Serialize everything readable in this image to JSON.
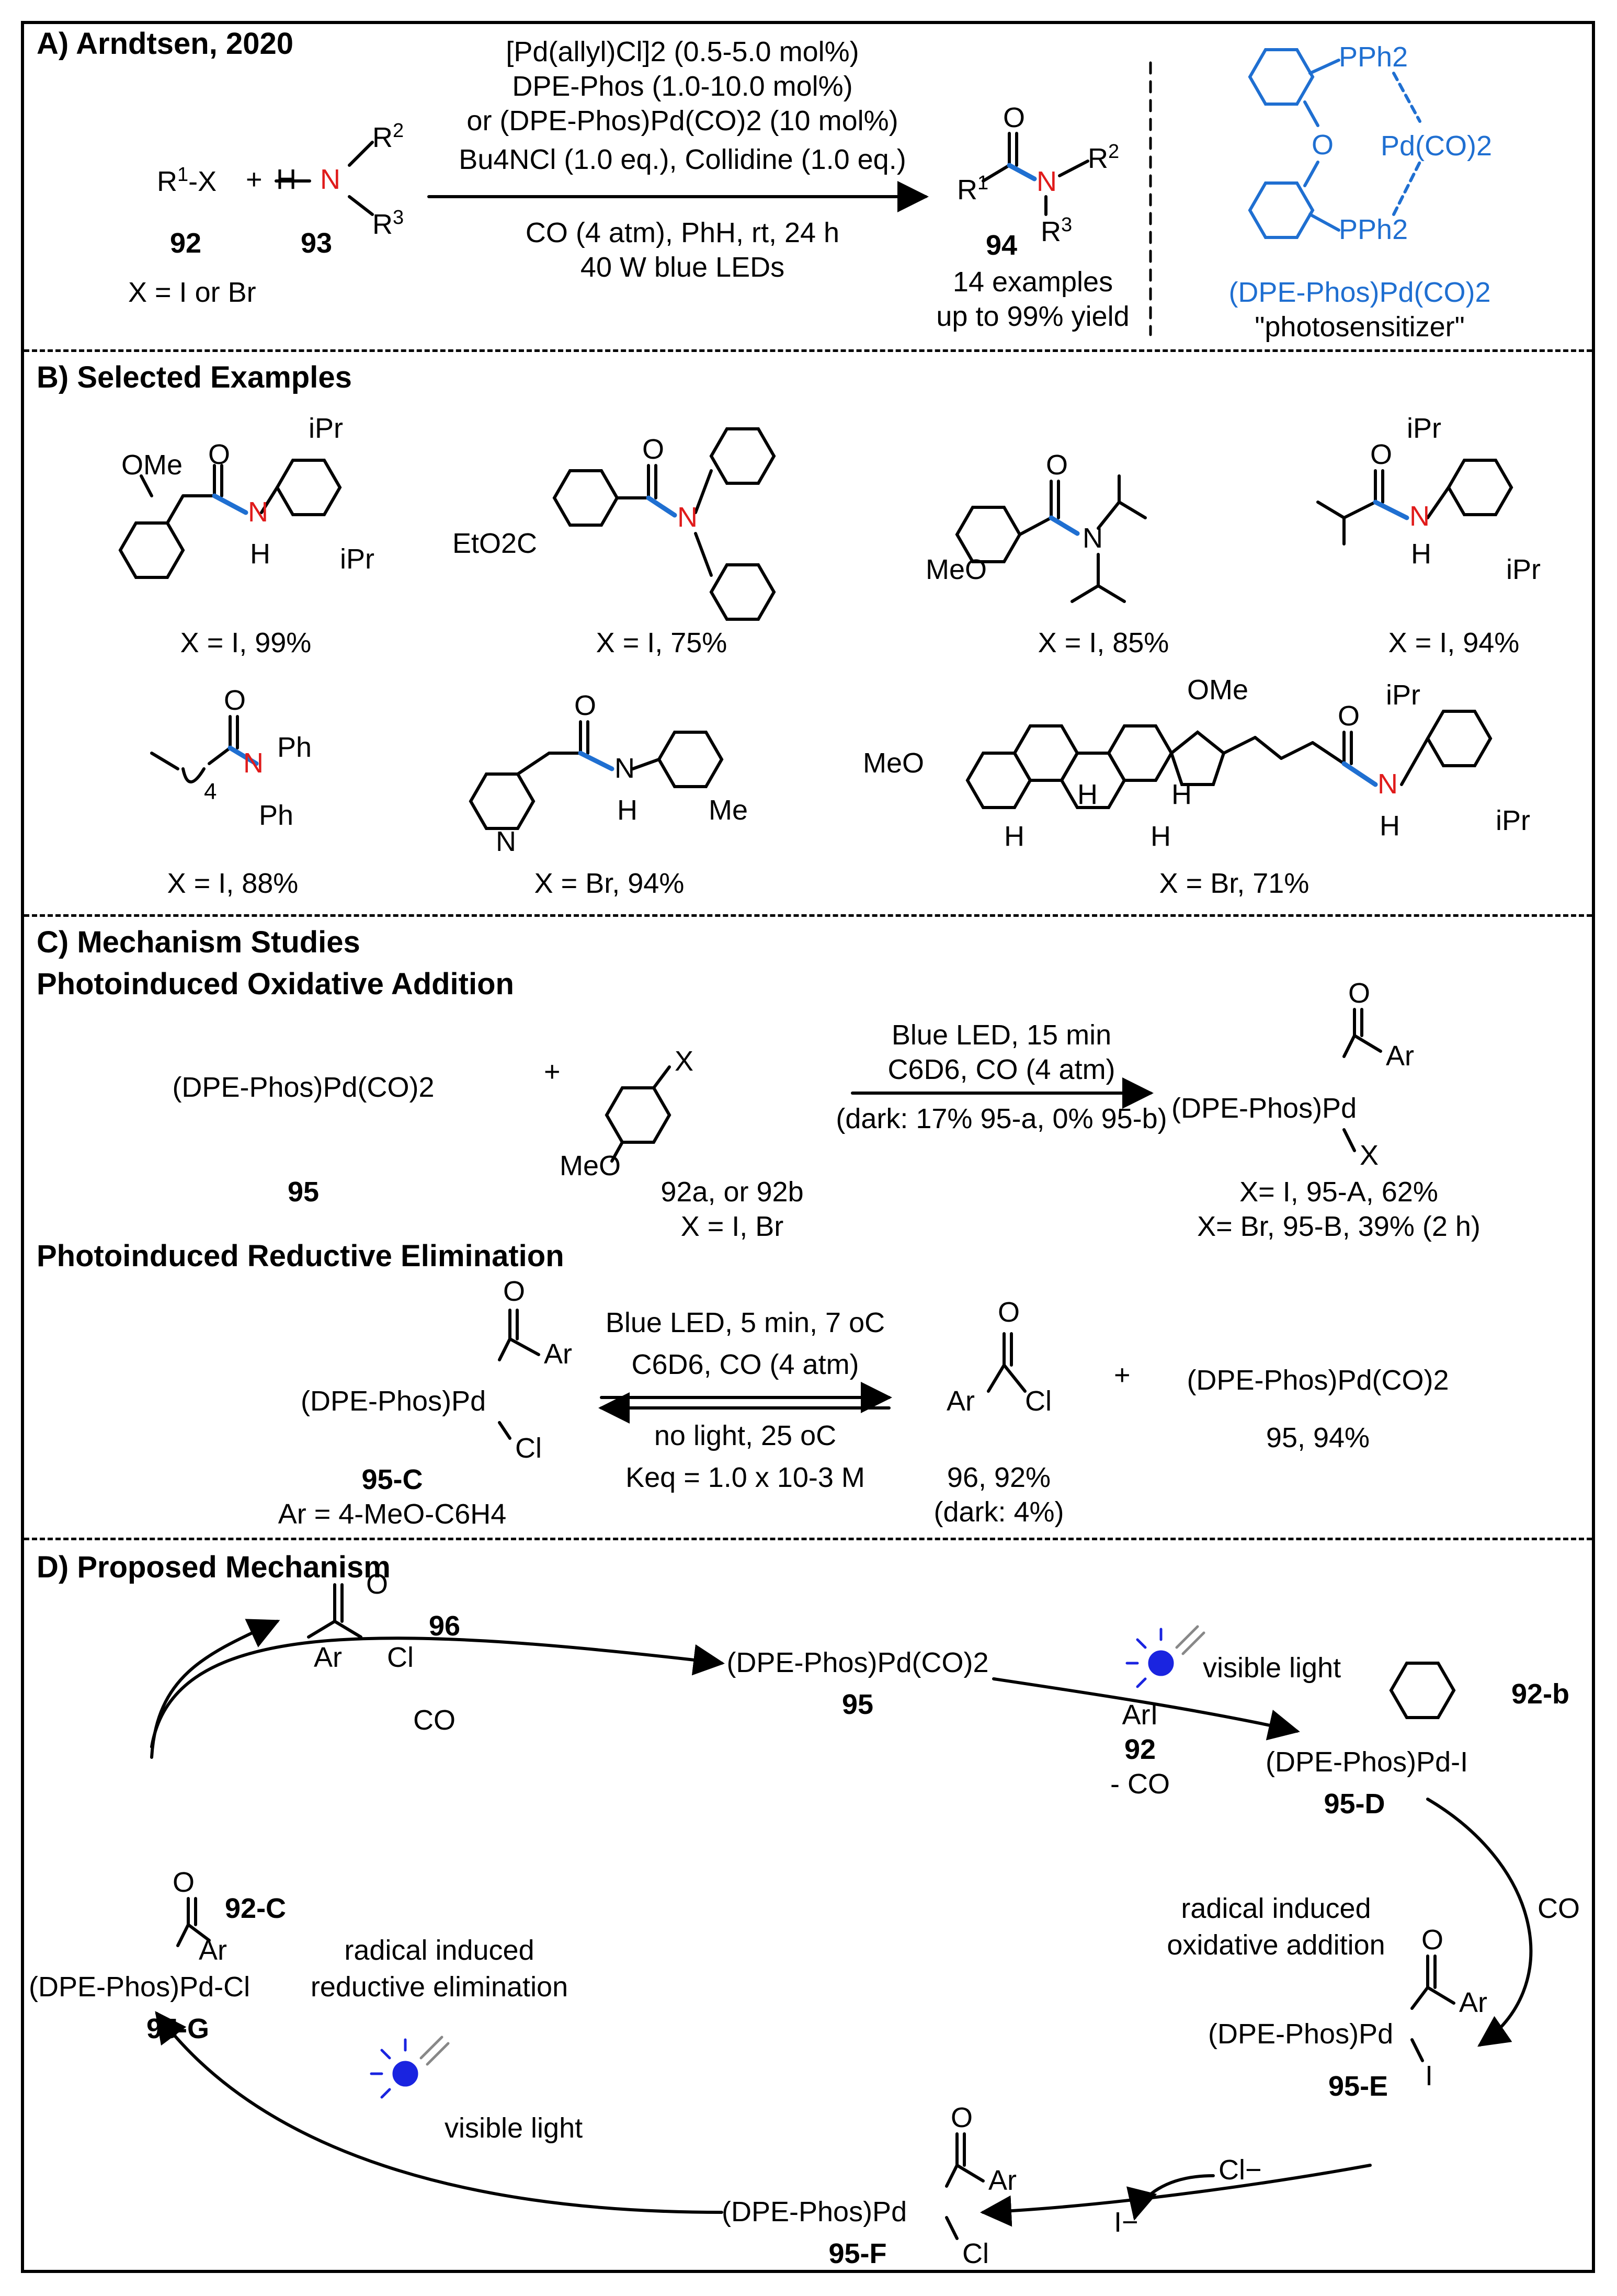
{
  "sections": {
    "a": "A) Arndtsen, 2020",
    "b": "B) Selected Examples",
    "c": "C) Mechanism Studies",
    "c1": "Photoinduced Oxidative Addition",
    "c2": "Photoinduced Reductive Elimination",
    "d": "D) Proposed Mechanism"
  },
  "a": {
    "r1x": "R",
    "r1x_sup": "1",
    "r1x_tail": "-X",
    "plus": "+",
    "h": "H",
    "n": "N",
    "r2": "R",
    "r2_sup": "2",
    "r3": "R",
    "r3_sup": "3",
    "c92": "92",
    "c93": "93",
    "x_note": "X = I or Br",
    "cond1": "[Pd(allyl)Cl]2 (0.5-5.0 mol%)",
    "cond2": "DPE-Phos (1.0-10.0 mol%)",
    "cond3": "or (DPE-Phos)Pd(CO)2 (10 mol%)",
    "cond4": "Bu4NCl (1.0 eq.), Collidine (1.0 eq.)",
    "cond5": "CO (4 atm), PhH, rt, 24 h",
    "cond6": "40 W blue LEDs",
    "o": "O",
    "prod_r1": "R",
    "prod_r1_sup": "1",
    "prod_n": "N",
    "prod_r2": "R",
    "prod_r2_sup": "2",
    "prod_r3": "R",
    "prod_r3_sup": "3",
    "c94": "94",
    "examples": "14 examples",
    "yield": "up to 99% yield",
    "pph2_top": "PPh2",
    "pph2_bot": "PPh2",
    "ether_o": "O",
    "pdco": "Pd(CO)2",
    "cat_name": "(DPE-Phos)Pd(CO)2",
    "cat_role": "\"photosensitizer\""
  },
  "b": {
    "ex1": {
      "ome": "OMe",
      "o": "O",
      "n": "N",
      "h": "H",
      "ipr1": "iPr",
      "ipr2": "iPr",
      "label": "X = I, 99%"
    },
    "ex2": {
      "o": "O",
      "n": "N",
      "ester": "EtO2C",
      "label": "X = I, 75%"
    },
    "ex3": {
      "o": "O",
      "n": "N",
      "meo": "MeO",
      "label": "X = I, 85%"
    },
    "ex4": {
      "o": "O",
      "n": "N",
      "h": "H",
      "ipr1": "iPr",
      "ipr2": "iPr",
      "label": "X = I, 94%"
    },
    "ex5": {
      "o": "O",
      "n": "N",
      "ph1": "Ph",
      "ph2": "Ph",
      "sub": "4",
      "label": "X = I, 88%"
    },
    "ex6": {
      "o": "O",
      "n": "N",
      "h": "H",
      "py_n": "N",
      "me": "Me",
      "label": "X = Br, 94%"
    },
    "ex7": {
      "ome": "OMe",
      "meo": "MeO",
      "h1": "H",
      "h2": "H",
      "h3": "H",
      "h4": "H",
      "o": "O",
      "n": "N",
      "nh": "H",
      "ipr1": "iPr",
      "ipr2": "iPr",
      "label": "X = Br, 71%"
    }
  },
  "c": {
    "cat": "(DPE-Phos)Pd(CO)2",
    "c95": "95",
    "plus": "+",
    "x": "X",
    "meo": "MeO",
    "sub_label": "92a, or 92b",
    "sub_x": "X = I, Br",
    "oa_cond1": "Blue LED, 15 min",
    "oa_cond2": "C6D6, CO (4 atm)",
    "oa_cond3": "(dark: 17% 95-a, 0% 95-b)",
    "oa_prod": "(DPE-Phos)Pd",
    "oa_o": "O",
    "oa_ar": "Ar",
    "oa_x": "X",
    "oa_y1": "X= I, 95-A, 62%",
    "oa_y2": "X= Br, 95-B, 39% (2 h)",
    "re_sm": "(DPE-Phos)Pd",
    "re_o": "O",
    "re_ar": "Ar",
    "re_cl": "Cl",
    "c95c": "95-C",
    "ar_def": "Ar = 4-MeO-C6H4",
    "re_cond1": "Blue LED, 5 min, 7 oC",
    "re_cond2": "C6D6, CO (4 atm)",
    "re_cond3": "no light, 25 oC",
    "re_cond4": "Keq = 1.0 x 10-3 M",
    "p96_o": "O",
    "p96_ar": "Ar",
    "p96_cl": "Cl",
    "p96": "96, 92%",
    "p96_dark": "(dark: 4%)",
    "plus2": "+",
    "p95": "(DPE-Phos)Pd(CO)2",
    "p95y": "95, 94%"
  },
  "d": {
    "c96_o": "O",
    "c96_ar": "Ar",
    "c96_cl": "Cl",
    "c96": "96",
    "co_left": "CO",
    "cat": "(DPE-Phos)Pd(CO)2",
    "c95": "95",
    "vis1": "visible light",
    "ari": "ArI",
    "c92": "92",
    "minus_co": "- CO",
    "c92b": "92-b",
    "pdi": "(DPE-Phos)Pd-I",
    "c95d": "95-D",
    "rad_oa1": "radical induced",
    "rad_oa2": "oxidative addition",
    "co_right": "CO",
    "e_o": "O",
    "e_pd": "(DPE-Phos)Pd",
    "e_ar": "Ar",
    "e_i": "I",
    "c95e": "95-E",
    "cl_minus": "Cl−",
    "i_minus": "I−",
    "f_o": "O",
    "f_pd": "(DPE-Phos)Pd",
    "f_ar": "Ar",
    "f_cl": "Cl",
    "c95f": "95-F",
    "vis2": "visible light",
    "g_o": "O",
    "g_ar": "Ar",
    "c92c": "92-C",
    "g_pd": "(DPE-Phos)Pd-Cl",
    "c95g": "95-G",
    "rad_re1": "radical induced",
    "rad_re2": "reductive elimination"
  },
  "colors": {
    "accent_blue": "#1f6fd1",
    "bond_blue": "#1f6fd1",
    "n_red": "#e01b1b",
    "led_blue": "#1a24e0"
  }
}
